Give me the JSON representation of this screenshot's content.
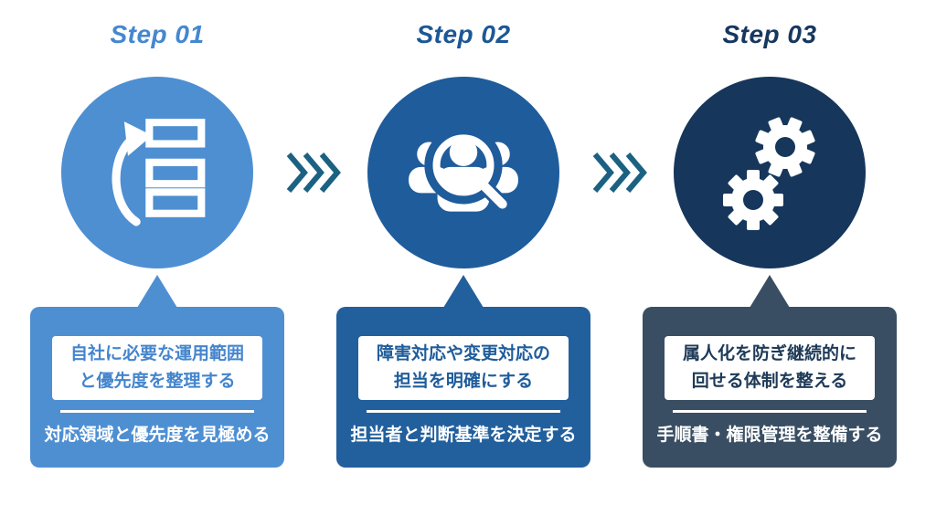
{
  "steps": [
    {
      "label": "Step 01",
      "icon": "priority-list-icon",
      "title_color": "#4587d0",
      "circle_color": "#4e8fd2",
      "card_color": "#4e8fd2",
      "text_color": "#4585cd",
      "main_line1": "自社に必要な運用範囲",
      "main_line2": "と優先度を整理する",
      "subtitle": "対応領域と優先度を見極める"
    },
    {
      "label": "Step 02",
      "icon": "team-search-icon",
      "title_color": "#1d5796",
      "circle_color": "#1f5c9b",
      "card_color": "#225f9d",
      "text_color": "#1f5c9b",
      "main_line1": "障害対応や変更対応の",
      "main_line2": "担当を明確にする",
      "subtitle": "担当者と判断基準を決定する"
    },
    {
      "label": "Step 03",
      "icon": "gears-icon",
      "title_color": "#17375e",
      "circle_color": "#16365b",
      "card_color": "#394e63",
      "text_color": "#1e3a57",
      "main_line1": "属人化を防ぎ継続的に",
      "main_line2": "回せる体制を整える",
      "subtitle": "手順書・権限管理を整備する"
    }
  ],
  "colors": {
    "background": "#ffffff",
    "chevron": "#1b6182",
    "divider": "#ffffff",
    "subtitle_text": "#ffffff",
    "icon": "#ffffff"
  }
}
